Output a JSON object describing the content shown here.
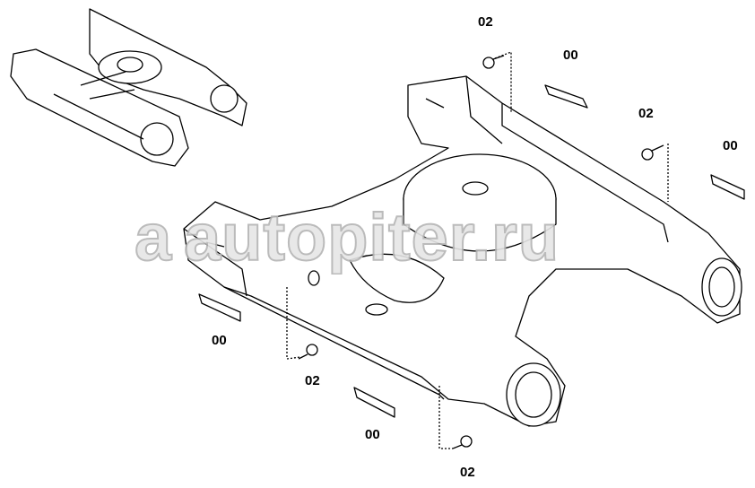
{
  "watermark": {
    "text": "autopiter.ru",
    "logo_letter": "a"
  },
  "callouts": [
    {
      "label": "02",
      "part": "bolt"
    },
    {
      "label": "00",
      "part": "guard"
    },
    {
      "label": "02",
      "part": "bolt"
    },
    {
      "label": "00",
      "part": "guard"
    },
    {
      "label": "00",
      "part": "guard"
    },
    {
      "label": "02",
      "part": "bolt"
    },
    {
      "label": "00",
      "part": "guard"
    },
    {
      "label": "02",
      "part": "bolt"
    }
  ]
}
